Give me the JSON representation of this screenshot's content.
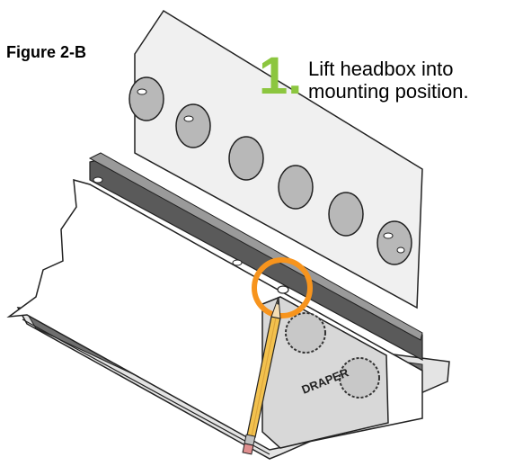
{
  "figure": {
    "label": "Figure 2-B"
  },
  "step": {
    "number": "1.",
    "line1": "Lift headbox into",
    "line2": "mounting position."
  },
  "brand": {
    "text": "DRAPER"
  },
  "colors": {
    "step_number": "#8cc63f",
    "highlight_ring": "#f7941d",
    "pencil": "#f2c14e"
  }
}
